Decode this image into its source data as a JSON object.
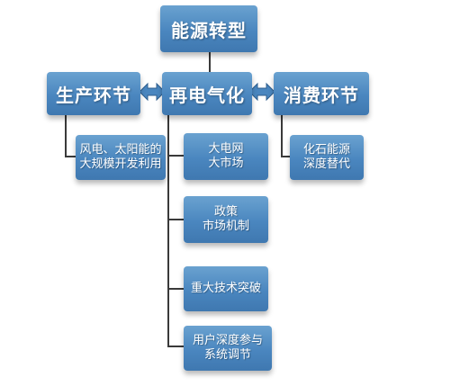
{
  "root": {
    "label": "能源转型"
  },
  "level1": [
    {
      "label": "生产环节"
    },
    {
      "label": "再电气化"
    },
    {
      "label": "消费环节"
    }
  ],
  "production_child": {
    "label": "风电、太阳能的\n大规模开发利用"
  },
  "consumption_child": {
    "label": "化石能源\n深度替代"
  },
  "center_children": [
    {
      "label": "大电网\n大市场"
    },
    {
      "label": "政策\n市场机制"
    },
    {
      "label": "重大技术突破"
    },
    {
      "label": "用户深度参与\n系统调节"
    }
  ],
  "colors": {
    "box_top": "#6aa2d0",
    "box_bottom": "#3f78b0",
    "text": "#ffffff",
    "connector": "#3a3a3a",
    "arrow": "#4a86bf"
  }
}
